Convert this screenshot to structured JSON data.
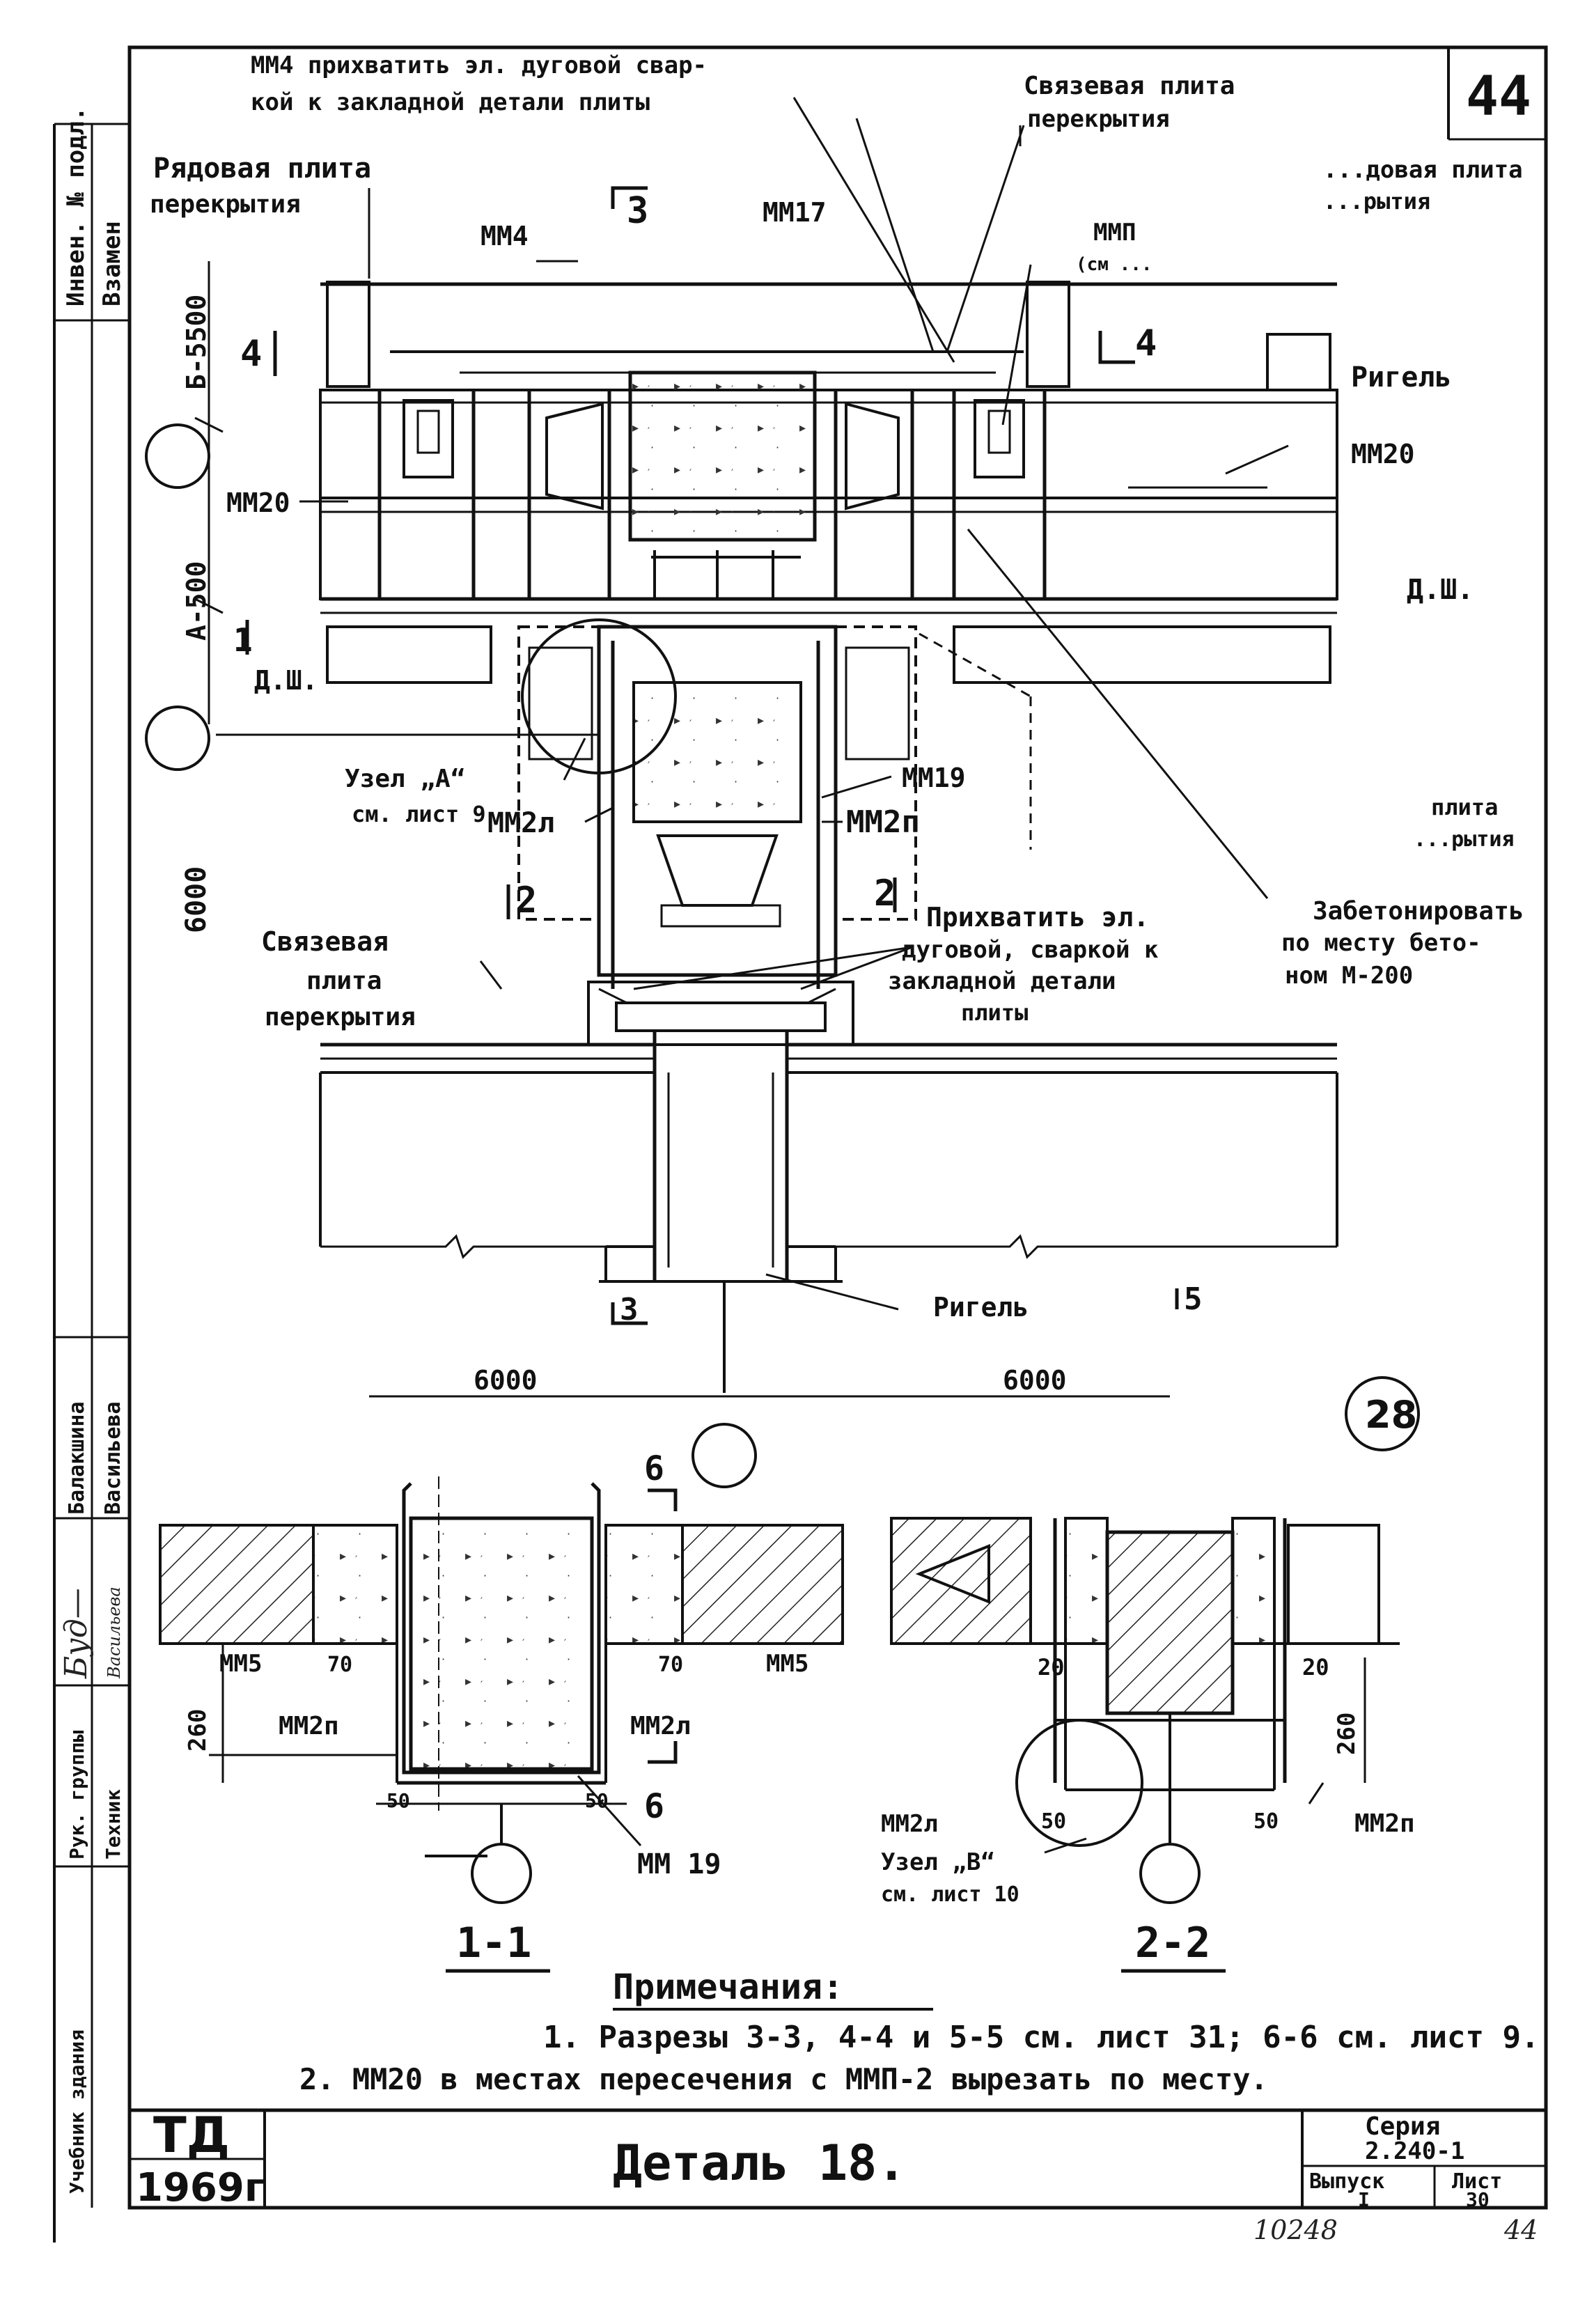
{
  "sheet_number": "44",
  "side_stamp": {
    "invent_label": "Инвен. № подл.",
    "replace_label": "Взамен",
    "author1": "Балакшина",
    "author2": "Васильева",
    "role_head": "Рук. группы",
    "role_tech": "Техник",
    "signature": "Буд—",
    "signature2": "Васильева",
    "org": "Учебник здания"
  },
  "labels": {
    "mm4_weld_line1": "ММ4 прихватить эл. дуговой свар-",
    "mm4_weld_line2": "кой к закладной детали плиты",
    "svyaz_plita_top_line1": "Связевая плита",
    "svyaz_plita_top_line2": "перекрытия",
    "ryadovaya_left_line1": "Рядовая плита",
    "ryadovaya_left_line2": "перекрытия",
    "ryadovaya_right_line1": "...довая плита",
    "ryadovaya_right_line2": "...рытия",
    "sec3_top": "3",
    "mm4": "ММ4",
    "mm17": "ММ17",
    "mmp": "ММП",
    "mmp_sub": "(см ...",
    "sec4_left": "4",
    "sec4_right": "4",
    "rigel_right": "Ригель",
    "mm20_right": "ММ20",
    "mm20_left": "ММ20",
    "d_sh_right": "Д.Ш.",
    "d_sh_left": "Д.Ш.",
    "sec1": "1",
    "dim_b5500": "Б-5500",
    "dim_a500": "А-500",
    "dim_6000_vert": "6000",
    "uzel_a_line1": "Узел „А“",
    "uzel_a_line2": "см. лист 9",
    "mm2a": "ММ2л",
    "mm19": "ММ19",
    "mm2p": "ММ2п",
    "plita_right_line1": "плита",
    "plita_right_line2": "...рытия",
    "sec2_left": "2",
    "sec2_right": "2",
    "prikhvatit_line1": "Прихватить эл.",
    "prikhvatit_line2": "дуговой, сваркой к",
    "prikhvatit_line3": "закладной детали",
    "prikhvatit_line4": "плиты",
    "zabeton_line1": "Забетонировать",
    "zabeton_line2": "по месту бето-",
    "zabeton_line3": "ном М-200",
    "svyaz_plita_left_line1": "Связевая",
    "svyaz_plita_left_line2": "плита",
    "svyaz_plita_left_line3": "перекрытия",
    "sec3_bottom": "3",
    "rigel_bottom": "Ригель",
    "sec5": "5",
    "dim_6000_a": "6000",
    "dim_6000_b": "6000",
    "circle_28": "28",
    "sec6_top": "6",
    "sec6_bottom": "6",
    "mm5_left": "ММ5",
    "dim_70_left": "70",
    "dim_70_right": "70",
    "mm5_right": "ММ5",
    "dim_260_left": "260",
    "mm2p_11": "ММ2п",
    "mm2a_11": "ММ2л",
    "dim_50_left": "50",
    "dim_50_right": "50",
    "mm19_11": "ММ 19",
    "section_11": "1-1",
    "dim_20_left": "20",
    "dim_20_right": "20",
    "dim_260_right": "260",
    "mm2a_22": "ММ2л",
    "dim_50_22a": "50",
    "dim_50_22b": "50",
    "mm2p_22": "ММ2п",
    "uzel_b_line1": "Узел „В“",
    "uzel_b_line2": "см. лист 10",
    "section_22": "2-2"
  },
  "notes": {
    "heading": "Примечания:",
    "note1": "1. Разрезы 3-3, 4-4 и 5-5 см. лист 31; 6-6 см. лист 9.",
    "note2": "2. ММ20 в местах пересечения с ММП-2 вырезать по месту."
  },
  "title_block": {
    "org": "ТД",
    "year": "1969г",
    "title": "Деталь 18.",
    "series_label": "Серия",
    "series_value": "2.240-1",
    "issue_label": "Выпуск",
    "issue_value": "I",
    "sheet_label": "Лист",
    "sheet_value": "30"
  },
  "footer": {
    "doc_number": "10248",
    "page": "44"
  }
}
